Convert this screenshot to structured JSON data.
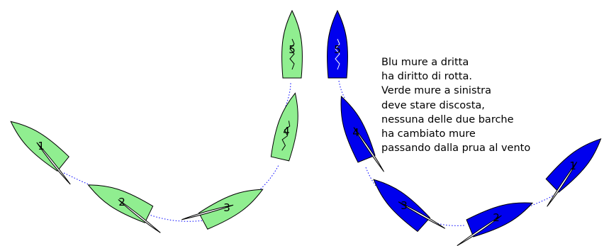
{
  "caption": [
    "Blu mure a dritta",
    "ha diritto di rotta.",
    "Verde mure a sinistra",
    "deve stare discosta,",
    "nessuna delle due barche",
    "ha cambiato mure",
    "passando dalla prua al vento"
  ],
  "colors": {
    "green_boat": "#90ee90",
    "blue_boat": "#0000ee",
    "track": "#0000ff",
    "outline": "#000000"
  },
  "boats": {
    "green": [
      {
        "number": "1",
        "sail": "left",
        "luffing": false
      },
      {
        "number": "2",
        "sail": "left",
        "luffing": false
      },
      {
        "number": "3",
        "sail": "left",
        "luffing": false
      },
      {
        "number": "4",
        "sail": "center",
        "luffing": true
      },
      {
        "number": "5",
        "sail": "center",
        "luffing": true
      }
    ],
    "blue": [
      {
        "number": "1",
        "sail": "right",
        "luffing": false
      },
      {
        "number": "2",
        "sail": "right",
        "luffing": false
      },
      {
        "number": "3",
        "sail": "right",
        "luffing": false
      },
      {
        "number": "4",
        "sail": "right",
        "luffing": false
      },
      {
        "number": "5",
        "sail": "center",
        "luffing": true
      }
    ]
  }
}
